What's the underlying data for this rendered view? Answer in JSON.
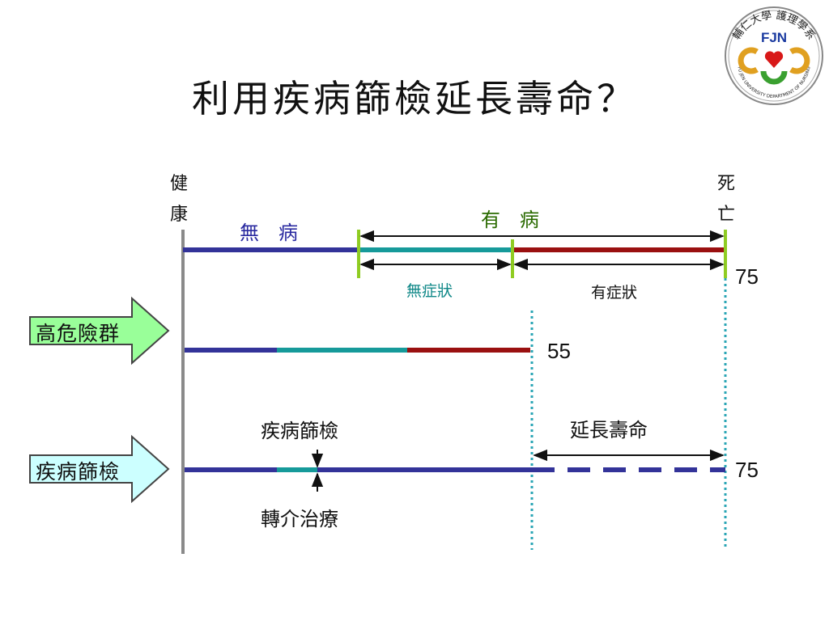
{
  "slide": {
    "title": "利用疾病篩檢延長壽命？"
  },
  "logo": {
    "acronym": "FJN",
    "arc_text_top": "輔仁大學 護理學系",
    "arc_text_bottom": "FU JEN UNIVERSITY DEPARTMENT OF NURSING"
  },
  "timeline": {
    "start_label_line1": "健",
    "start_label_line2": "康",
    "end_label_line1": "死",
    "end_label_line2": "亡",
    "phase_no_disease": "無　病",
    "phase_disease": "有　病",
    "phase_asymptomatic": "無症狀",
    "phase_symptomatic": "有症狀",
    "age_normal": "75"
  },
  "groups": {
    "high_risk_label": "高危險群",
    "high_risk_age": "55",
    "screening_label": "疾病篩檢",
    "screening_age": "75",
    "screening_event": "疾病篩檢",
    "referral_event": "轉介治療",
    "extended_life": "延長壽命"
  },
  "colors": {
    "navy": "#333399",
    "teal": "#169a9a",
    "darkred": "#9a1010",
    "lime": "#8fcc22",
    "gray_axis": "#8a8a8a",
    "dotted": "#2aa5b5",
    "arrow_green": "#99ff99",
    "arrow_cyan": "#ccffff",
    "label_blue": "#2a2aa0",
    "label_green": "#2a6a00",
    "label_teal": "#108888"
  }
}
